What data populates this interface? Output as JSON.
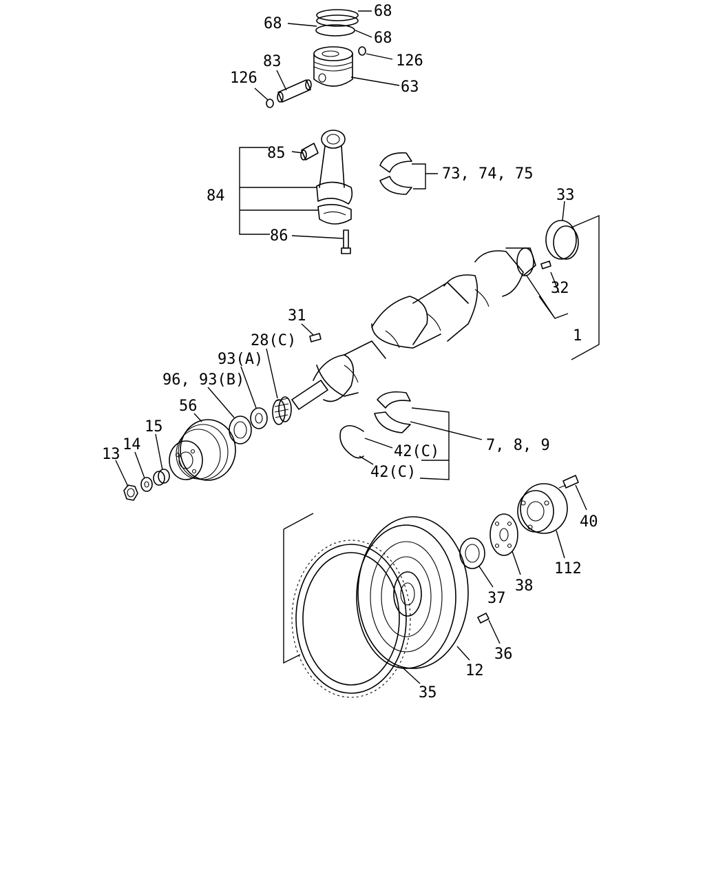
{
  "diagram": {
    "labels": {
      "l68a": "68",
      "l68b": "68",
      "l68c": "68",
      "l126a": "126",
      "l126b": "126",
      "l83": "83",
      "l63": "63",
      "l85": "85",
      "l84": "84",
      "l86": "86",
      "l737475": "73, 74, 75",
      "l33": "33",
      "l32": "32",
      "l1": "1",
      "l31": "31",
      "l28c": "28(C)",
      "l93a": "93(A)",
      "l9693b": "96, 93(B)",
      "l56": "56",
      "l15": "15",
      "l14": "14",
      "l13": "13",
      "l789": "7, 8, 9",
      "l42ca": "42(C)",
      "l42cb": "42(C)",
      "l40": "40",
      "l112": "112",
      "l38": "38",
      "l37": "37",
      "l36": "36",
      "l12": "12",
      "l35": "35"
    }
  }
}
